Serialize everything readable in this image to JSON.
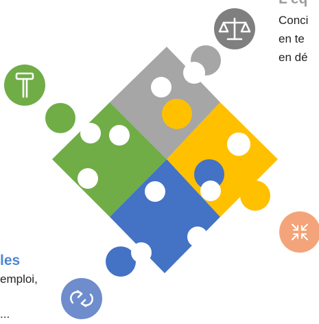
{
  "colors": {
    "grey_piece": "#a6a6a6",
    "green_piece": "#70ad47",
    "yellow_piece": "#ffc000",
    "blue_piece": "#4472c4",
    "circle_top": "#7f7f7f",
    "circle_left": "#70ad47",
    "circle_right": "#f4a47a",
    "circle_bottom": "#6f8ccc",
    "heading_grey": "#9c9c9c",
    "heading_blue": "#4f86d1",
    "text": "#222222"
  },
  "icons": {
    "top": "balance-scale-icon",
    "left": "hammer-icon",
    "right": "compress-arrows-icon",
    "bottom": "sync-arrows-icon"
  },
  "text_top_right": {
    "heading": "L'éq",
    "line1": "Conci",
    "line2": "en   te",
    "line3": "en dé"
  },
  "text_bottom_left": {
    "heading": "les",
    "line1": "emploi,",
    "line2": "..."
  }
}
